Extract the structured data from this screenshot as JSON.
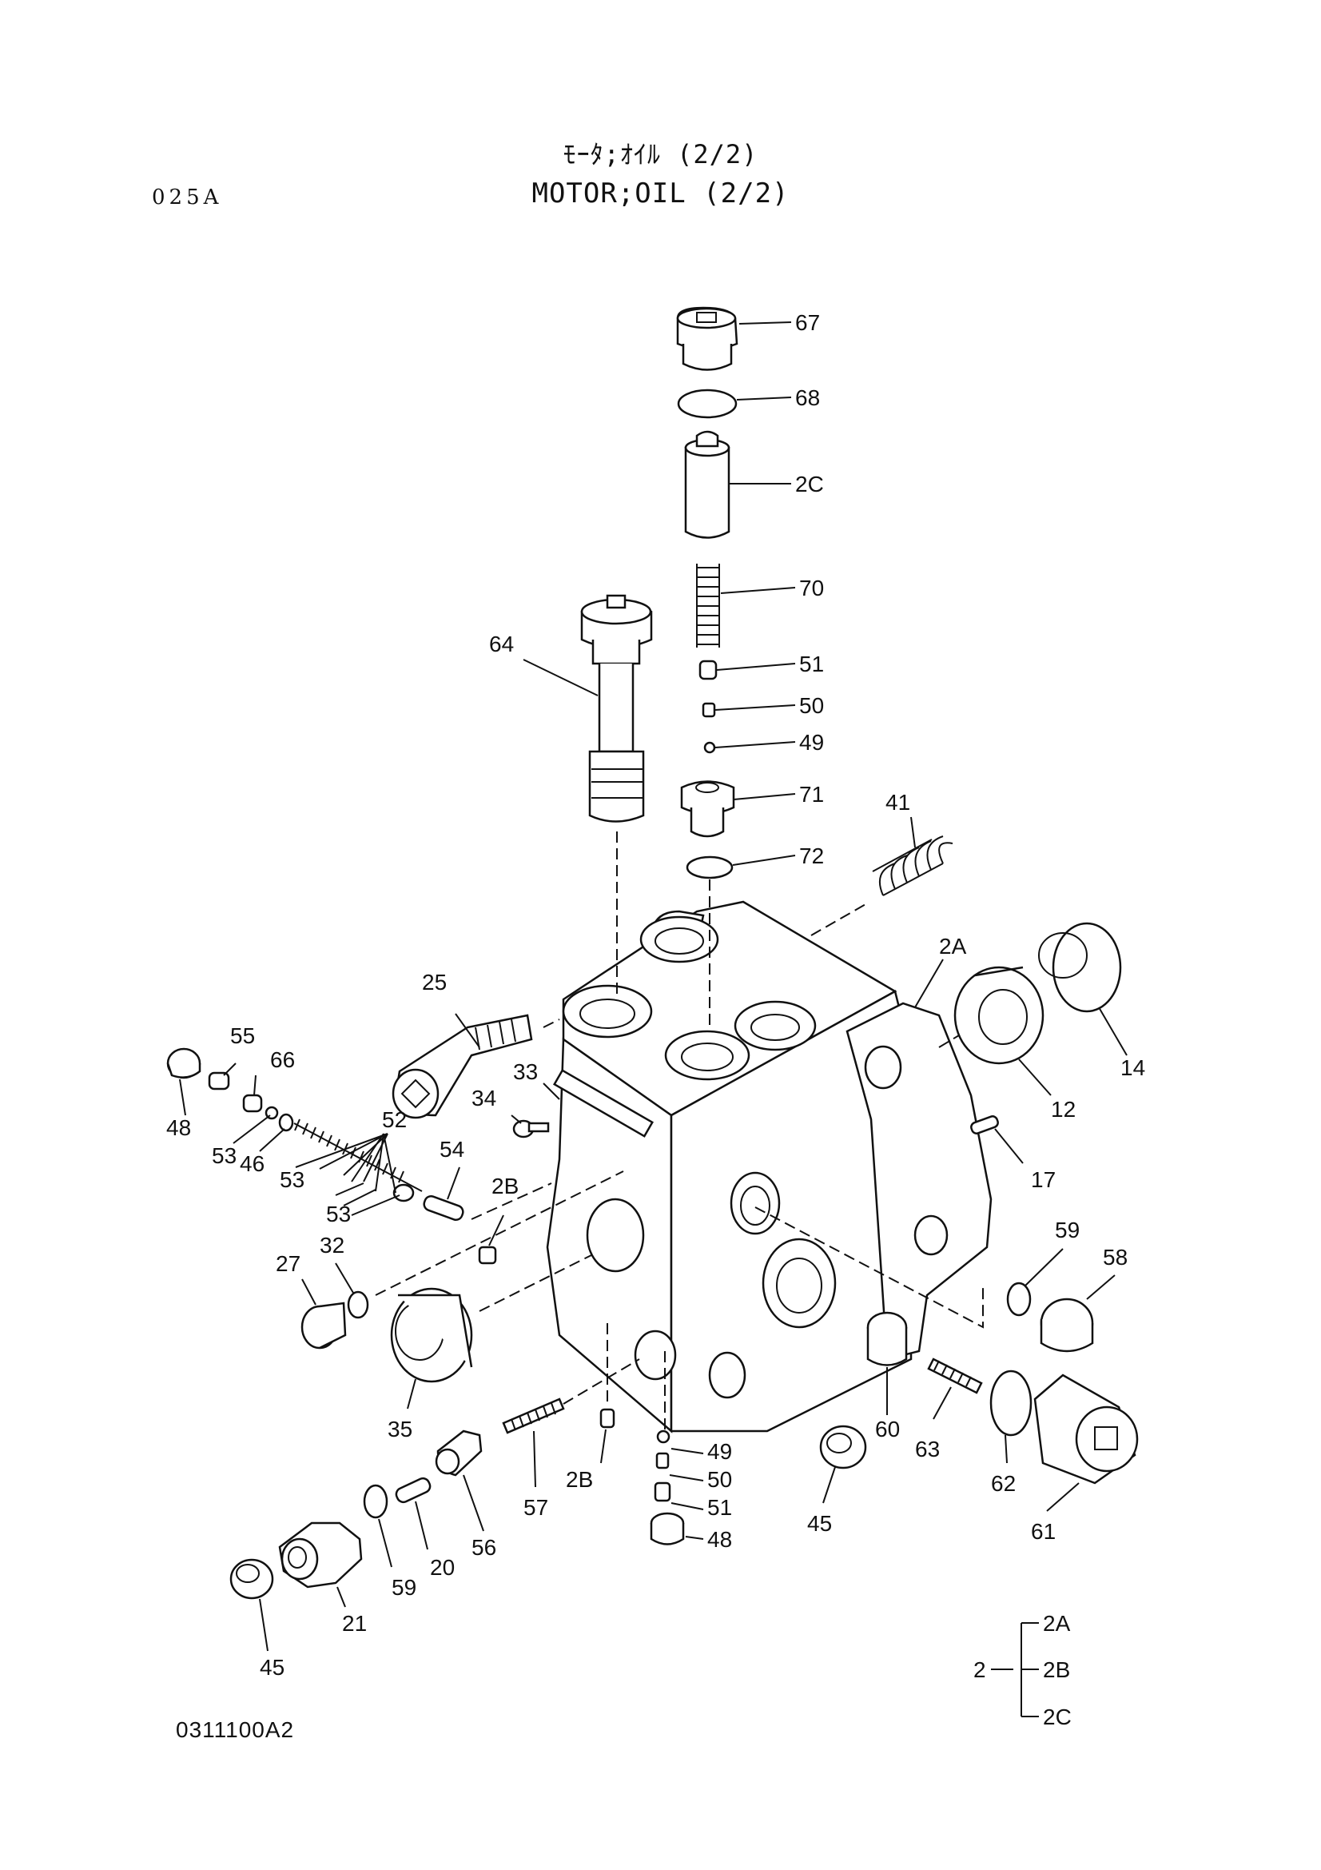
{
  "header": {
    "title_jp": "ﾓｰﾀ;ｵｲﾙ (2/2)",
    "title_en": "MOTOR;OIL (2/2)",
    "page_code": "025A"
  },
  "footer": {
    "drawing_number": "0311100A2"
  },
  "legend": {
    "parent": "2",
    "children": [
      "2A",
      "2B",
      "2C"
    ]
  },
  "callouts": {
    "c67": "67",
    "c68": "68",
    "c2c": "2C",
    "c70": "70",
    "c51a": "51",
    "c50a": "50",
    "c49a": "49",
    "c71": "71",
    "c72": "72",
    "c64": "64",
    "c41": "41",
    "c2a": "2A",
    "c25": "25",
    "c14": "14",
    "c12": "12",
    "c17": "17",
    "c55": "55",
    "c66": "66",
    "c48a": "48",
    "c53a": "53",
    "c46": "46",
    "c52": "52",
    "c53b": "53",
    "c53c": "53",
    "c54": "54",
    "c33": "33",
    "c34": "34",
    "c2b_a": "2B",
    "c27": "27",
    "c32": "32",
    "c35": "35",
    "c59a": "59",
    "c58": "58",
    "c60": "60",
    "c63": "63",
    "c62": "62",
    "c61": "61",
    "c45a": "45",
    "c57": "57",
    "c2b_b": "2B",
    "c49b": "49",
    "c50b": "50",
    "c51b": "51",
    "c48b": "48",
    "c56": "56",
    "c20": "20",
    "c59b": "59",
    "c21": "21",
    "c45b": "45"
  }
}
